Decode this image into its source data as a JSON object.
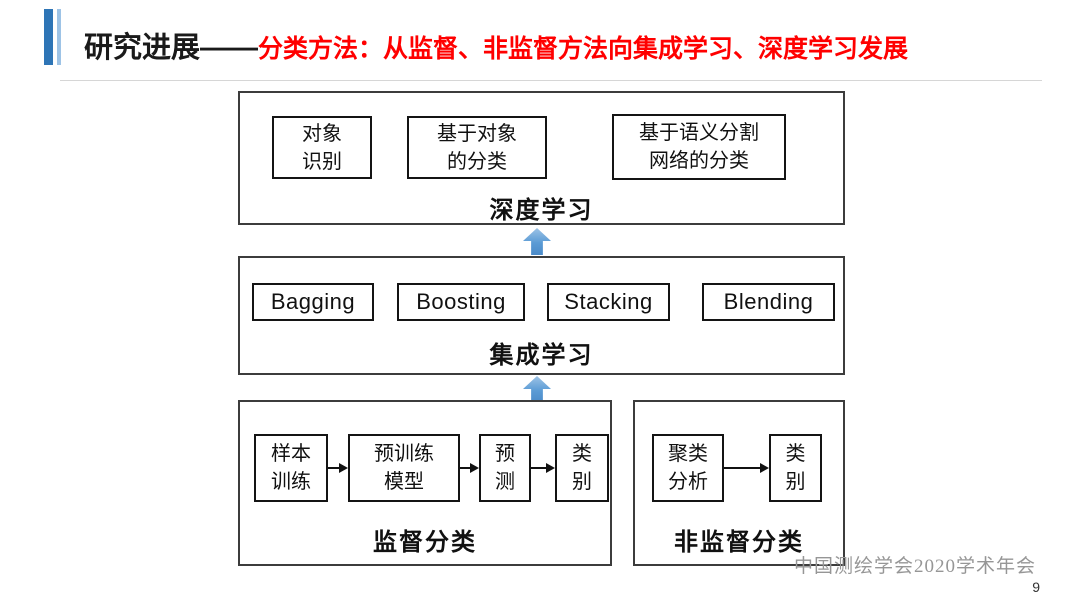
{
  "header": {
    "title_prefix": "研究进展——",
    "title_highlight": "分类方法：从监督、非监督方法向集成学习、深度学习发展"
  },
  "sections": {
    "deep_learning": {
      "label": "深度学习",
      "box1": "对象\n识别",
      "box2": "基于对象\n的分类",
      "box3": "基于语义分割\n网络的分类"
    },
    "ensemble": {
      "label": "集成学习",
      "box1": "Bagging",
      "box2": "Boosting",
      "box3": "Stacking",
      "box4": "Blending"
    },
    "supervised": {
      "label": "监督分类",
      "box1": "样本\n训练",
      "box2": "预训练\n模型",
      "box3": "预\n测",
      "box4": "类\n别"
    },
    "unsupervised": {
      "label": "非监督分类",
      "box1": "聚类\n分析",
      "box2": "类\n别"
    }
  },
  "footer": {
    "watermark": "中国测绘学会2020学术年会",
    "page_number": "9"
  },
  "colors": {
    "title_text": "#1a1a1a",
    "title_highlight": "#ff0000",
    "accent_bar_dark": "#2e75b6",
    "accent_bar_light": "#9dc3e6",
    "arrow_blue": "#5b9bd5",
    "box_border": "#141414",
    "watermark_gray": "#969696"
  }
}
